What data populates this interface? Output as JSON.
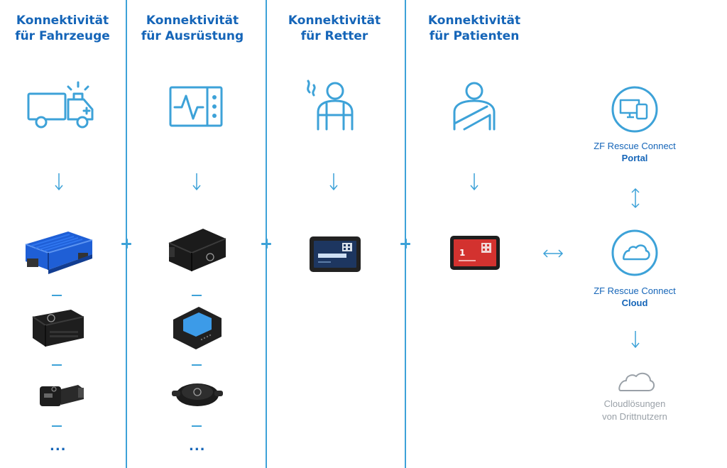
{
  "columns": [
    {
      "title_line1": "Konnektivität",
      "title_line2": "für Fahrzeuge",
      "icon": "ambulance-truck-icon",
      "devices": [
        "blue-telematics-unit",
        "obd-dongle",
        "usb-car-charger"
      ],
      "more": "..."
    },
    {
      "title_line1": "Konnektivität",
      "title_line2": "für Ausrüstung",
      "icon": "medical-monitor-icon",
      "devices": [
        "black-tracker",
        "bluetooth-tag",
        "round-beacon"
      ],
      "more": "..."
    },
    {
      "title_line1": "Konnektivität",
      "title_line2": "für Retter",
      "icon": "rescuer-icon",
      "devices": [
        "tablet-blue"
      ]
    },
    {
      "title_line1": "Konnektivität",
      "title_line2": "für Patienten",
      "icon": "patient-icon",
      "devices": [
        "tablet-red"
      ]
    }
  ],
  "right": {
    "portal": {
      "line1": "ZF Rescue Connect",
      "line2": "Portal"
    },
    "cloud": {
      "line1": "ZF Rescue Connect",
      "line2": "Cloud"
    },
    "third_party": {
      "line1": "Cloudlösungen",
      "line2": "von Drittnutzern"
    }
  },
  "colors": {
    "title": "#1565b8",
    "accent": "#3da2d8",
    "gray": "#9aa1a8"
  }
}
